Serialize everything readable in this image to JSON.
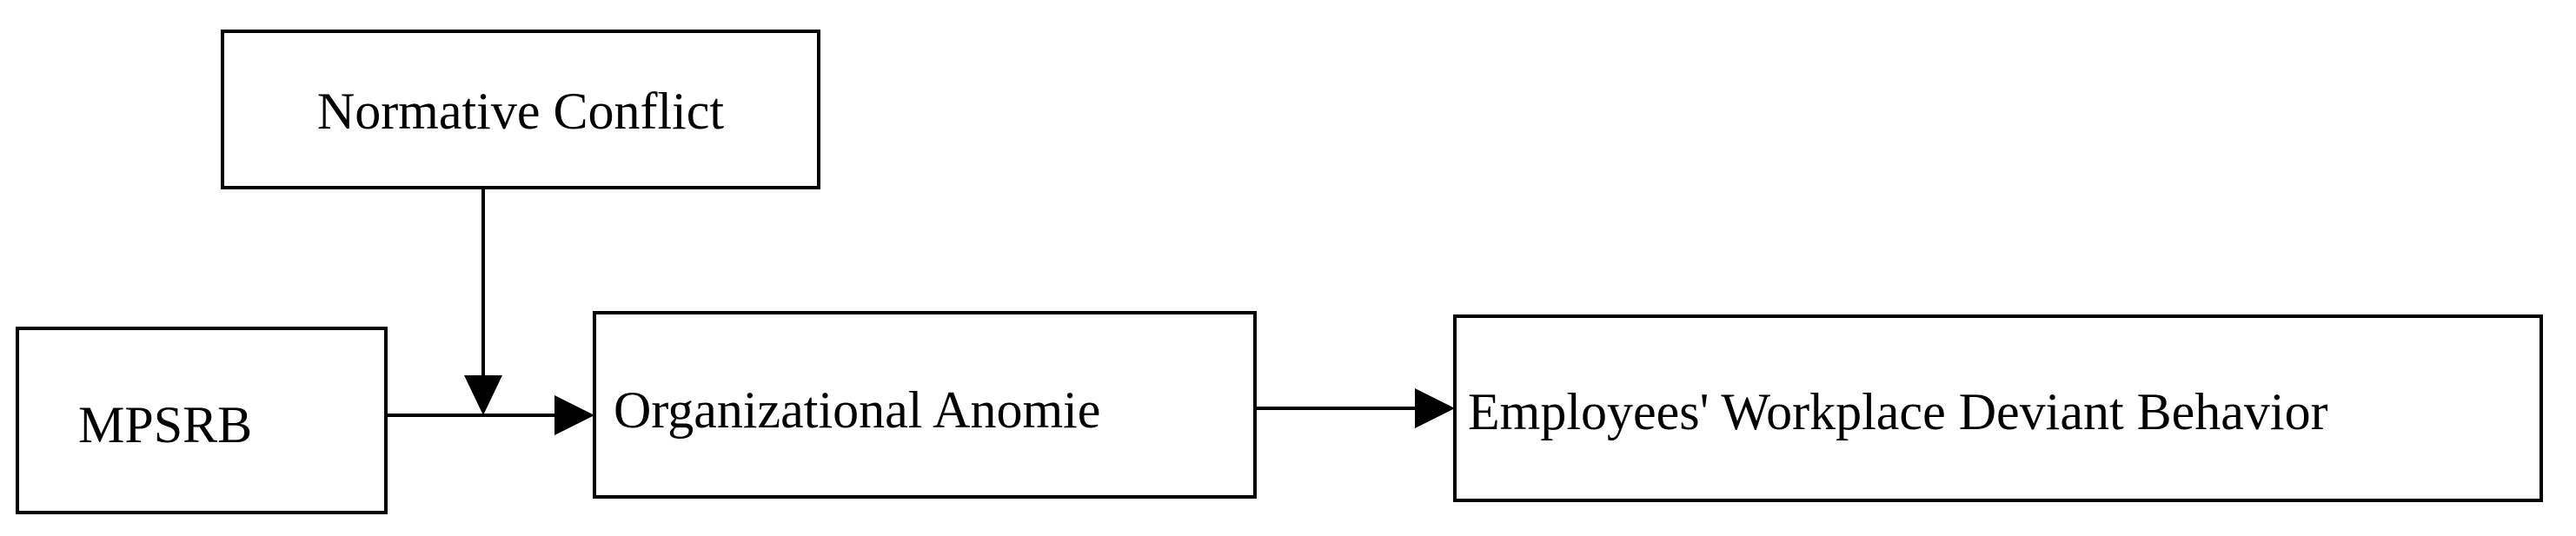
{
  "diagram": {
    "nodes": {
      "normative_conflict": "Normative Conflict",
      "mpsrb": "MPSRB",
      "organizational_anomie": "Organizational Anomie",
      "deviant_behavior": "Employees' Workplace Deviant Behavior"
    },
    "colors": {
      "stroke": "#000000",
      "background": "#ffffff"
    }
  }
}
